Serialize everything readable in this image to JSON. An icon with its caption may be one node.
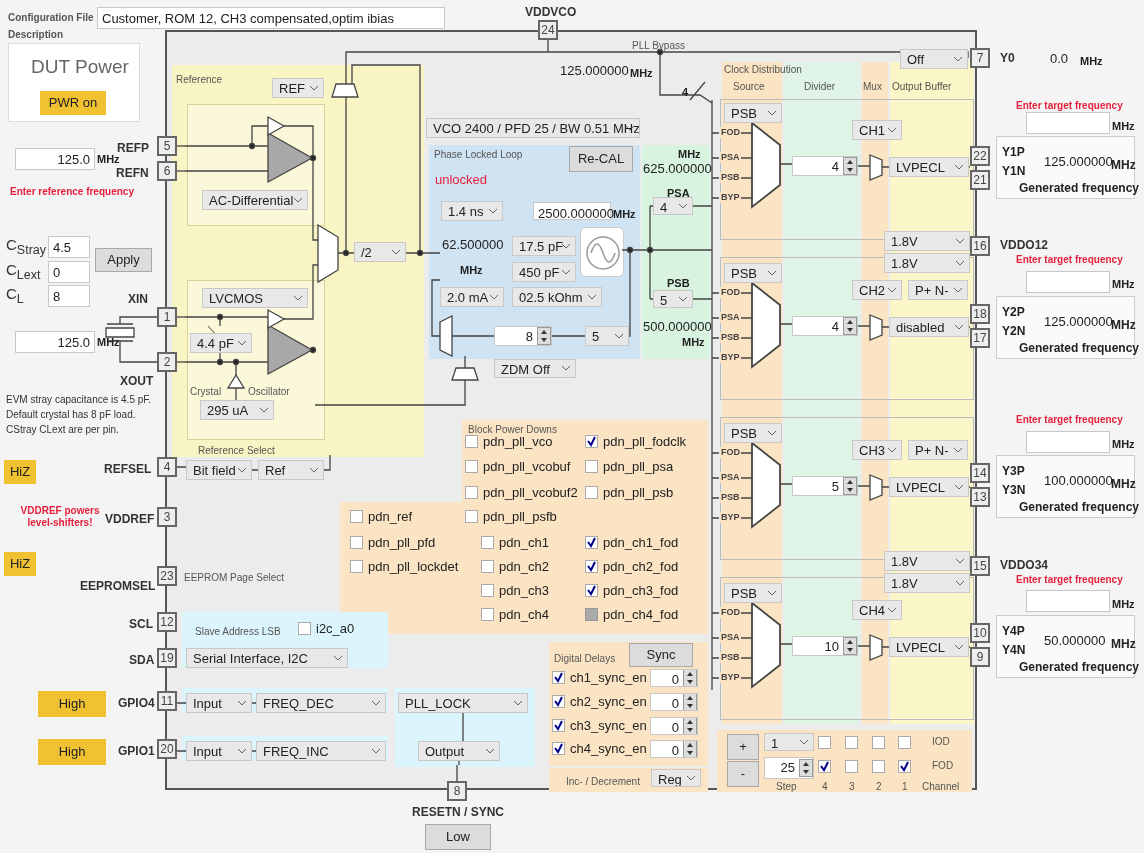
{
  "diagram": {
    "nodes": [
      {
        "text": [],
        "shape": "box"
      },
      {
        "text": [
          "Reference",
          "Reference Select"
        ],
        "in": 0
      },
      {
        "text": [
          "Phase Locked Loop"
        ],
        "in": 0
      },
      {
        "text": [
          "Clock Distribution"
        ],
        "in": 0
      },
      {
        "text": [
          "Block Power Downs"
        ],
        "in": 0
      },
      {
        "text": [
          "Digital Delays"
        ],
        "in": 0
      },
      {
        "text": [
          "Slave Address LSB"
        ],
        "in": 0
      },
      {
        "text": [
          "DUT Power"
        ]
      },
      {
        "text": [
          "Y1P Y1N",
          "125.000000",
          "MHz",
          "Generated frequency"
        ]
      },
      {
        "text": [
          "Y2P Y2N",
          "125.000000",
          "MHz",
          "Generated frequency"
        ]
      },
      {
        "text": [
          "Y3P Y3N",
          "100.000000",
          "MHz",
          "Generated frequency"
        ]
      },
      {
        "text": [
          "Y4P Y4N",
          "50.000000",
          "MHz",
          "Generated frequency"
        ]
      },
      {
        "text": [
          "24"
        ],
        "beside": [
          "VDDVCO"
        ]
      },
      {
        "text": [
          "7"
        ],
        "beside": [
          "Y0"
        ]
      },
      {
        "text": [
          "22"
        ]
      },
      {
        "text": [
          "21"
        ]
      },
      {
        "text": [
          "16"
        ],
        "beside": [
          "VDDO12"
        ]
      },
      {
        "text": [
          "18"
        ]
      },
      {
        "text": [
          "17"
        ]
      },
      {
        "text": [
          "14"
        ]
      },
      {
        "text": [
          "13"
        ]
      },
      {
        "text": [
          "15"
        ],
        "beside": [
          "VDDO34"
        ]
      },
      {
        "text": [
          "10"
        ]
      },
      {
        "text": [
          "9"
        ]
      },
      {
        "text": [
          "5"
        ],
        "beside": [
          "REFP"
        ]
      },
      {
        "text": [
          "6"
        ],
        "beside": [
          "REFN"
        ]
      },
      {
        "text": [
          "1"
        ],
        "beside": [
          "XIN"
        ]
      },
      {
        "text": [
          "2"
        ],
        "beside": [
          "XOUT"
        ]
      },
      {
        "text": [
          "4"
        ],
        "beside": [
          "REFSEL"
        ]
      },
      {
        "text": [
          "3"
        ],
        "beside": [
          "VDDREF"
        ]
      },
      {
        "text": [
          "23"
        ],
        "beside": [
          "EEPROMSEL"
        ]
      },
      {
        "text": [
          "12"
        ],
        "beside": [
          "SCL"
        ]
      },
      {
        "text": [
          "19"
        ],
        "beside": [
          "SDA"
        ]
      },
      {
        "text": [
          "11"
        ],
        "beside": [
          "GPIO4"
        ]
      },
      {
        "text": [
          "20"
        ],
        "beside": [
          "GPIO1"
        ]
      },
      {
        "text": [
          "8"
        ],
        "beside": [
          "RESETN / SYNC"
        ]
      },
      {
        "text": [],
        "shape": "box",
        "in": 0
      },
      {
        "text": [],
        "shape": "box",
        "in": 0
      },
      {
        "text": [],
        "shape": "box",
        "in": 0
      },
      {
        "text": [],
        "shape": "box",
        "in": 0
      },
      {
        "text": [],
        "shape": "box",
        "in": 0
      },
      {
        "text": [],
        "shape": "box",
        "in": 0
      },
      {
        "text": [],
        "shape": "box",
        "in": 3
      },
      {
        "text": [],
        "shape": "box",
        "in": 3
      },
      {
        "text": [],
        "shape": "box",
        "in": 3
      },
      {
        "text": [],
        "shape": "box",
        "in": 3
      },
      {
        "text": [],
        "shape": "box",
        "in": 1
      },
      {
        "text": [],
        "shape": "box",
        "in": 1
      },
      {
        "text": [],
        "shape": "picture",
        "in": 2
      }
    ],
    "edges": [
      {
        "from": 24,
        "to": 46,
        "arrow": "none"
      },
      {
        "from": 25,
        "to": 46,
        "arrow": "none"
      },
      {
        "from": 26,
        "to": 47,
        "arrow": "none"
      },
      {
        "from": 27,
        "to": 47,
        "arrow": "none"
      },
      {
        "from": 39,
        "to": 35,
        "arrow": "none"
      }
    ],
    "labels": [
      "Configuration File Description",
      "Customer, ROM 12, CH3 compensated,optim ibias",
      "PLL Bypass",
      "125.000000",
      "MHz",
      "PWR on",
      "REF",
      "125.0",
      "MHz",
      "Enter reference frequency",
      "AC-Differential",
      "VCO 2400 / PFD 25 / BW 0.51 MHz",
      "Re-CAL",
      "unlocked",
      "MHz",
      "625.000000",
      "PSA",
      "4",
      "1.4 ns",
      "2500.000000",
      "MHz",
      "62.500000",
      "MHz",
      "17.5 pF",
      "450 pF",
      "2.0 mA",
      "02.5 kOhm",
      "PSB",
      "5",
      "500.000000",
      "MHz",
      "8",
      "5",
      "ZDM Off",
      "/2",
      "C$_{Stray}$",
      "4.5",
      "C$_{Lext}$",
      "0",
      "C$_{L}$",
      "8",
      "Apply",
      "LVCMOS",
      "125.0",
      "MHz",
      "4.4 pF",
      "Crystal",
      "Oscillator",
      "295 uA",
      "EVM stray capacitance is 4.5 pF. Default crystal has 8 pF load. CStray CLext are per pin.",
      "HiZ",
      "Bit field",
      "Ref",
      "pdn_pll_vco",
      "pdn_pll_fodclk",
      "pdn_pll_vcobuf",
      "pdn_pll_psa",
      "pdn_pll_vcobuf2",
      "pdn_pll_psb",
      "VDDREF powers level-shifters!",
      "pdn_ref",
      "pdn_pll_psfb",
      "pdn_pll_pfd",
      "pdn_ch1",
      "pdn_ch1_fod",
      "HiZ",
      "pdn_pll_lockdet",
      "pdn_ch2",
      "pdn_ch2_fod",
      "EEPROM Page Select",
      "pdn_ch3",
      "pdn_ch3_fod",
      "pdn_ch4",
      "pdn_ch4_fod",
      "i2c_a0",
      "Serial Interface, I2C",
      "Sync",
      "ch1_sync_en",
      "0",
      "High",
      "Input",
      "FREQ_DEC",
      "PLL_LOCK",
      "ch2_sync_en",
      "0",
      "ch3_sync_en",
      "0",
      "High",
      "Input",
      "FREQ_INC",
      "Output",
      "ch4_sync_en",
      "0",
      "Inc- / Decrement",
      "Reg",
      "Low",
      "Off",
      "0.0",
      "MHz",
      "Source",
      "Divider",
      "Mux",
      "Output Buffer",
      "Enter target frequency",
      "MHz",
      "PSB",
      "FOD",
      "PSA",
      "PSB",
      "BYP",
      "CH1",
      "4",
      "LVPECL",
      "1.8V",
      "1.8V",
      "Enter target frequency",
      "MHz",
      "PSB",
      "FOD",
      "PSA",
      "PSB",
      "BYP",
      "CH2",
      "P+ N-",
      "4",
      "disabled",
      "Enter target frequency",
      "MHz",
      "PSB",
      "FOD",
      "PSA",
      "PSB",
      "BYP",
      "CH3",
      "P+ N-",
      "5",
      "LVPECL",
      "1.8V",
      "1.8V",
      "Enter target frequency",
      "MHz",
      "PSB",
      "FOD",
      "PSA",
      "PSB",
      "BYP",
      "CH4",
      "10",
      "LVPECL",
      "+",
      "1",
      "IOD",
      "-",
      "25",
      "FOD",
      "Step",
      "4",
      "3",
      "2",
      "1",
      "Channel",
      "4"
    ]
  }
}
